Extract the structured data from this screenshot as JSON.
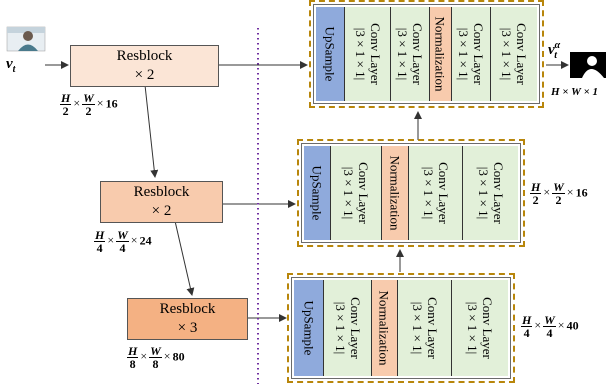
{
  "blocks": [
    {
      "title": "Resblock",
      "mult": "× 2"
    },
    {
      "title": "Resblock",
      "mult": "× 2"
    },
    {
      "title": "Resblock",
      "mult": "× 3"
    }
  ],
  "dims": [
    {
      "num1": "H",
      "den1": "2",
      "num2": "W",
      "den2": "2",
      "ch": "16"
    },
    {
      "num1": "H",
      "den1": "4",
      "num2": "W",
      "den2": "4",
      "ch": "24"
    },
    {
      "num1": "H",
      "den1": "8",
      "num2": "W",
      "den2": "8",
      "ch": "80"
    }
  ],
  "decoder": {
    "upsample": "UpSample",
    "conv": [
      "Conv Layer",
      "|3 × 1 × 1|"
    ],
    "norm": "Normalization"
  },
  "decoder_dims": [
    {
      "text": "H × W × 1"
    },
    {
      "num1": "H",
      "den1": "2",
      "num2": "W",
      "den2": "2",
      "ch": "16"
    },
    {
      "num1": "H",
      "den1": "4",
      "num2": "W",
      "den2": "4",
      "ch": "40"
    }
  ],
  "input_label": "v",
  "input_sub": "t",
  "output_label": "v",
  "output_sub": "t",
  "output_sup": "α",
  "colors": {
    "line": "#333333",
    "divider": "#7030a0",
    "accent": "#b8860b"
  }
}
